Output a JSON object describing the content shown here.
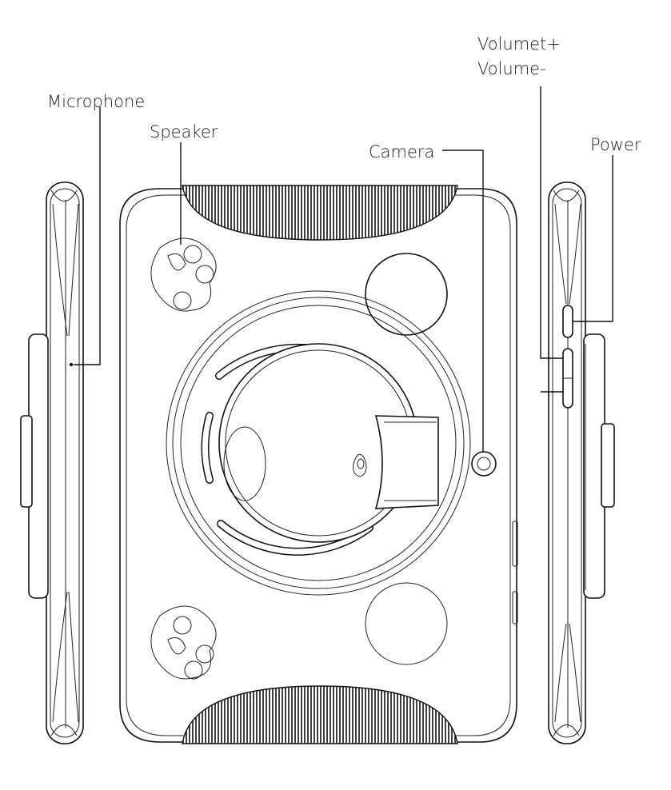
{
  "labels": {
    "microphone": "Microphone",
    "speaker": "Speaker",
    "camera": "Camera",
    "volume_plus": "Volumet+",
    "volume_minus": "Volume-",
    "power": "Power"
  }
}
